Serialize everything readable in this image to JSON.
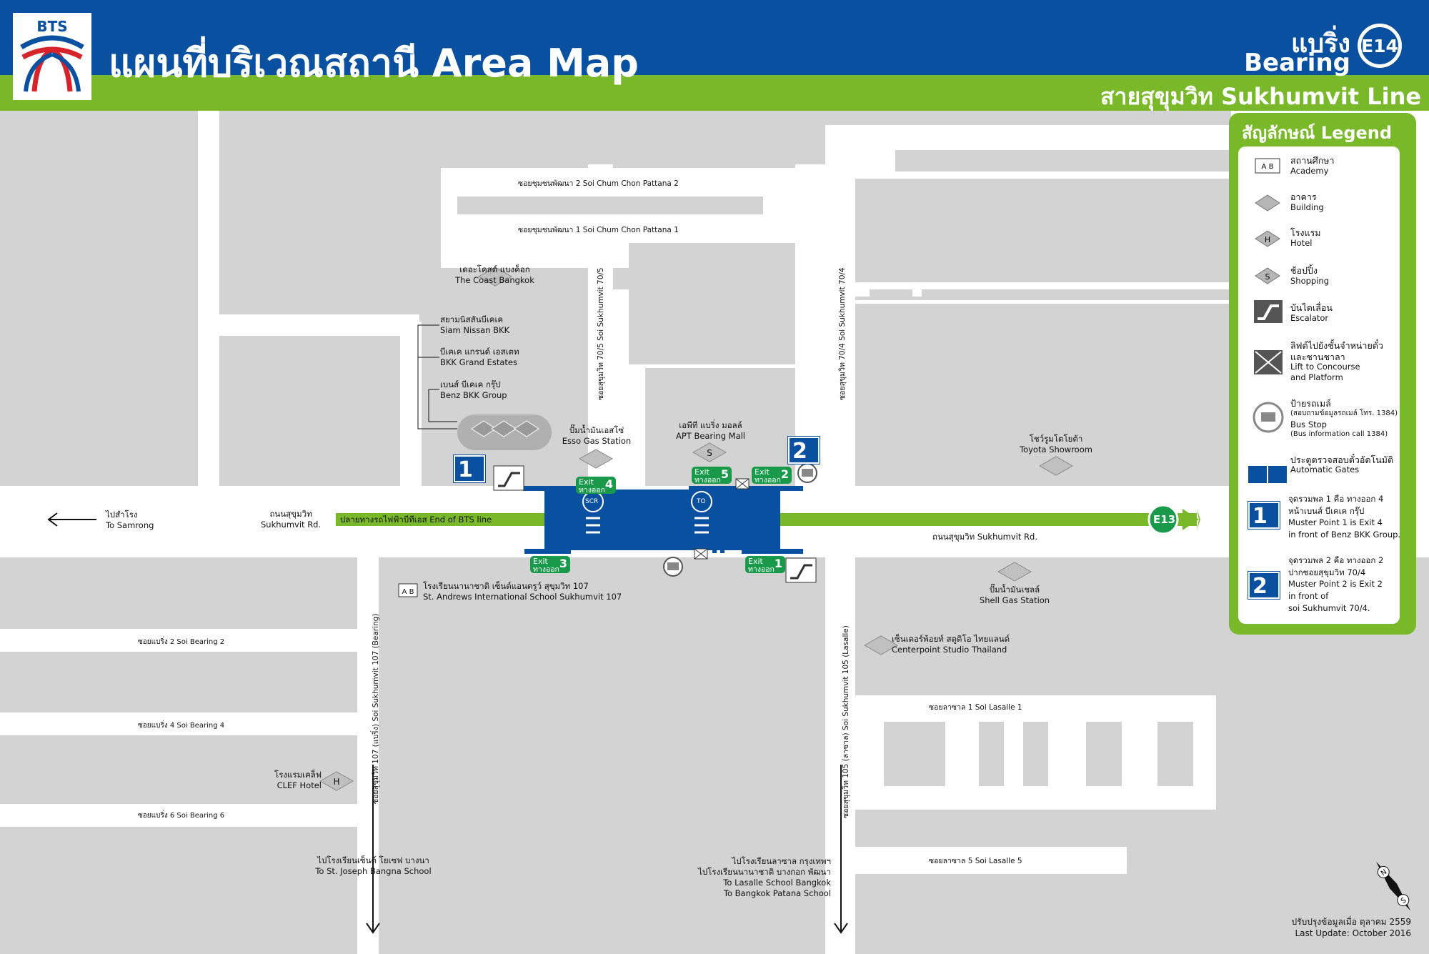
{
  "header": {
    "brand": "BTS",
    "title": "แผนที่บริเวณสถานี Area Map",
    "station_th": "แบริ่ง",
    "station_en": "Bearing",
    "station_code": "E14",
    "line_name": "สายสุขุมวิท  Sukhumvit Line"
  },
  "colors": {
    "blue": "#0950a1",
    "green": "#79b829",
    "exit_green": "#189a4a",
    "map_gray": "#d3d3d3"
  },
  "roads": {
    "chum_chon_2": "ซอยชุมชนพัฒนา 2 Soi Chum Chon Pattana 2",
    "chum_chon_1": "ซอยชุมชนพัฒนา 1 Soi Chum Chon Pattana 1",
    "soi_70_5": "ซอยสุขุมวิท 70/5 Soi Sukhumvit 70/5",
    "soi_70_4": "ซอยสุขุมวิท 70/4 Soi Sukhumvit 70/4",
    "sukhumvit_left_th": "ถนนสุขุมวิท",
    "sukhumvit_left_en": "Sukhumvit Rd.",
    "sukhumvit_right": "ถนนสุขุมวิท Sukhumvit Rd.",
    "samrong_th": "ไปสำโรง",
    "samrong_en": "To Samrong",
    "end_of_line": "ปลายทางรถไฟฟ้าบีทีเอส End of BTS line",
    "next_station": "E13",
    "bearing_2": "ซอยแบริ่ง 2 Soi Bearing 2",
    "bearing_4": "ซอยแบริ่ง 4 Soi Bearing 4",
    "bearing_6": "ซอยแบริ่ง 6 Soi Bearing 6",
    "soi_107": "ซอยสุขุมวิท 107 (แบริ่ง) Soi Sukhumvit 107 (Bearing)",
    "soi_105": "ซอยสุขุมวิท 105 (ลาซาล) Soi Sukhumvit 105 (Lasalle)",
    "lasalle_1": "ซอยลาซาล 1 Soi Lasalle 1",
    "lasalle_5": "ซอยลาซาล 5 Soi Lasalle 5",
    "st_joseph_th": "ไปโรงเรียนเซ็นต์ โยเซฟ บางนา",
    "st_joseph_en": "To St. Joseph Bangna School",
    "lasalle_school_th": "ไปโรงเรียนลาซาล กรุงเทพฯ",
    "patana_th": "ไปโรงเรียนนานาชาติ บางกอก พัฒนา",
    "lasalle_school_en": "To Lasalle School Bangkok",
    "patana_en": "To Bangkok Patana School"
  },
  "places": {
    "coast_th": "เดอะโคสต์ แบงค็อก",
    "coast_en": "The Coast Bangkok",
    "nissan_th": "สยามนิสสันบีเคเค",
    "nissan_en": "Siam Nissan BKK",
    "bkk_grand_th": "บีเคเค แกรนด์ เอสเตท",
    "bkk_grand_en": "BKK Grand Estates",
    "benz_th": "เบนส์ บีเคเค กรุ๊ป",
    "benz_en": "Benz BKK Group",
    "esso_th": "ปั๊มน้ำมันเอสโซ่",
    "esso_en": "Esso Gas Station",
    "apt_th": "เอพีที แบริ่ง มอลล์",
    "apt_en": "APT Bearing Mall",
    "toyota_th": "โชว์รูมโตโยต้า",
    "toyota_en": "Toyota Showroom",
    "st_andrews_th": "โรงเรียนนานาชาติ เซ็นต์แอนดรูว์ สุขุมวิท 107",
    "st_andrews_en": "St. Andrews International School Sukhumvit 107",
    "shell_th": "ปั๊มน้ำมันเชลล์",
    "shell_en": "Shell Gas Station",
    "centerpoint_th": "เซ็นเตอร์พ้อยท์ สตูดิโอ ไทยแลนด์",
    "centerpoint_en": "Centerpoint Studio Thailand",
    "clef_th": "โรงแรมเคล็ฟ",
    "clef_en": "CLEF Hotel"
  },
  "station": {
    "scr": "SCR",
    "to": "TO",
    "exit_en": "Exit",
    "exit_th": "ทางออก",
    "exits": [
      "1",
      "2",
      "3",
      "4",
      "5"
    ],
    "muster_1": "1",
    "muster_2": "2",
    "muster_caption": "จุดรวมพล"
  },
  "legend": {
    "title": "สัญลักษณ์  Legend",
    "items": [
      {
        "icon": "academy-icon",
        "glyph": "A B",
        "th": "สถานศึกษา",
        "en": "Academy"
      },
      {
        "icon": "building-icon",
        "glyph": "",
        "th": "อาคาร",
        "en": "Building"
      },
      {
        "icon": "hotel-icon",
        "glyph": "H",
        "th": "โรงแรม",
        "en": "Hotel"
      },
      {
        "icon": "shopping-icon",
        "glyph": "S",
        "th": "ช้อปปิ้ง",
        "en": "Shopping"
      },
      {
        "icon": "escalator-icon",
        "glyph": "",
        "th": "บันไดเลื่อน",
        "en": "Escalator"
      },
      {
        "icon": "lift-icon",
        "glyph": "",
        "th": "ลิฟต์ไปยังชั้นจำหน่ายตั๋ว",
        "th2": "และชานชาลา",
        "en": "Lift to Concourse",
        "en2": "and Platform"
      },
      {
        "icon": "bus-stop-icon",
        "glyph": "",
        "th": "ป้ายรถเมล์",
        "th2": "(สอบถามข้อมูลรถเมล์ โทร. 1384)",
        "en": "Bus Stop",
        "en2": "(Bus information call 1384)"
      },
      {
        "icon": "automatic-gates-icon",
        "glyph": "",
        "th": "ประตูตรวจสอบตั๋วอัตโนมัติ",
        "en": "Automatic Gates"
      }
    ],
    "muster1": {
      "num": "1",
      "l1": "จุดรวมพล 1 คือ ทางออก 4",
      "l2": "หน้าเบนส์ บีเคเค กรุ๊ป",
      "l3": "Muster Point 1 is Exit 4",
      "l4": "in front of Benz BKK Group."
    },
    "muster2": {
      "num": "2",
      "l1": "จุดรวมพล 2 คือ ทางออก 2",
      "l2": "ปากซอยสุขุมวิท 70/4",
      "l3": "Muster Point 2 is Exit 2",
      "l4": "in front of",
      "l5": "soi Sukhumvit 70/4."
    }
  },
  "footer": {
    "th": "ปรับปรุงข้อมูลเมื่อ ตุลาคม 2559",
    "en": "Last Update: October 2016"
  }
}
